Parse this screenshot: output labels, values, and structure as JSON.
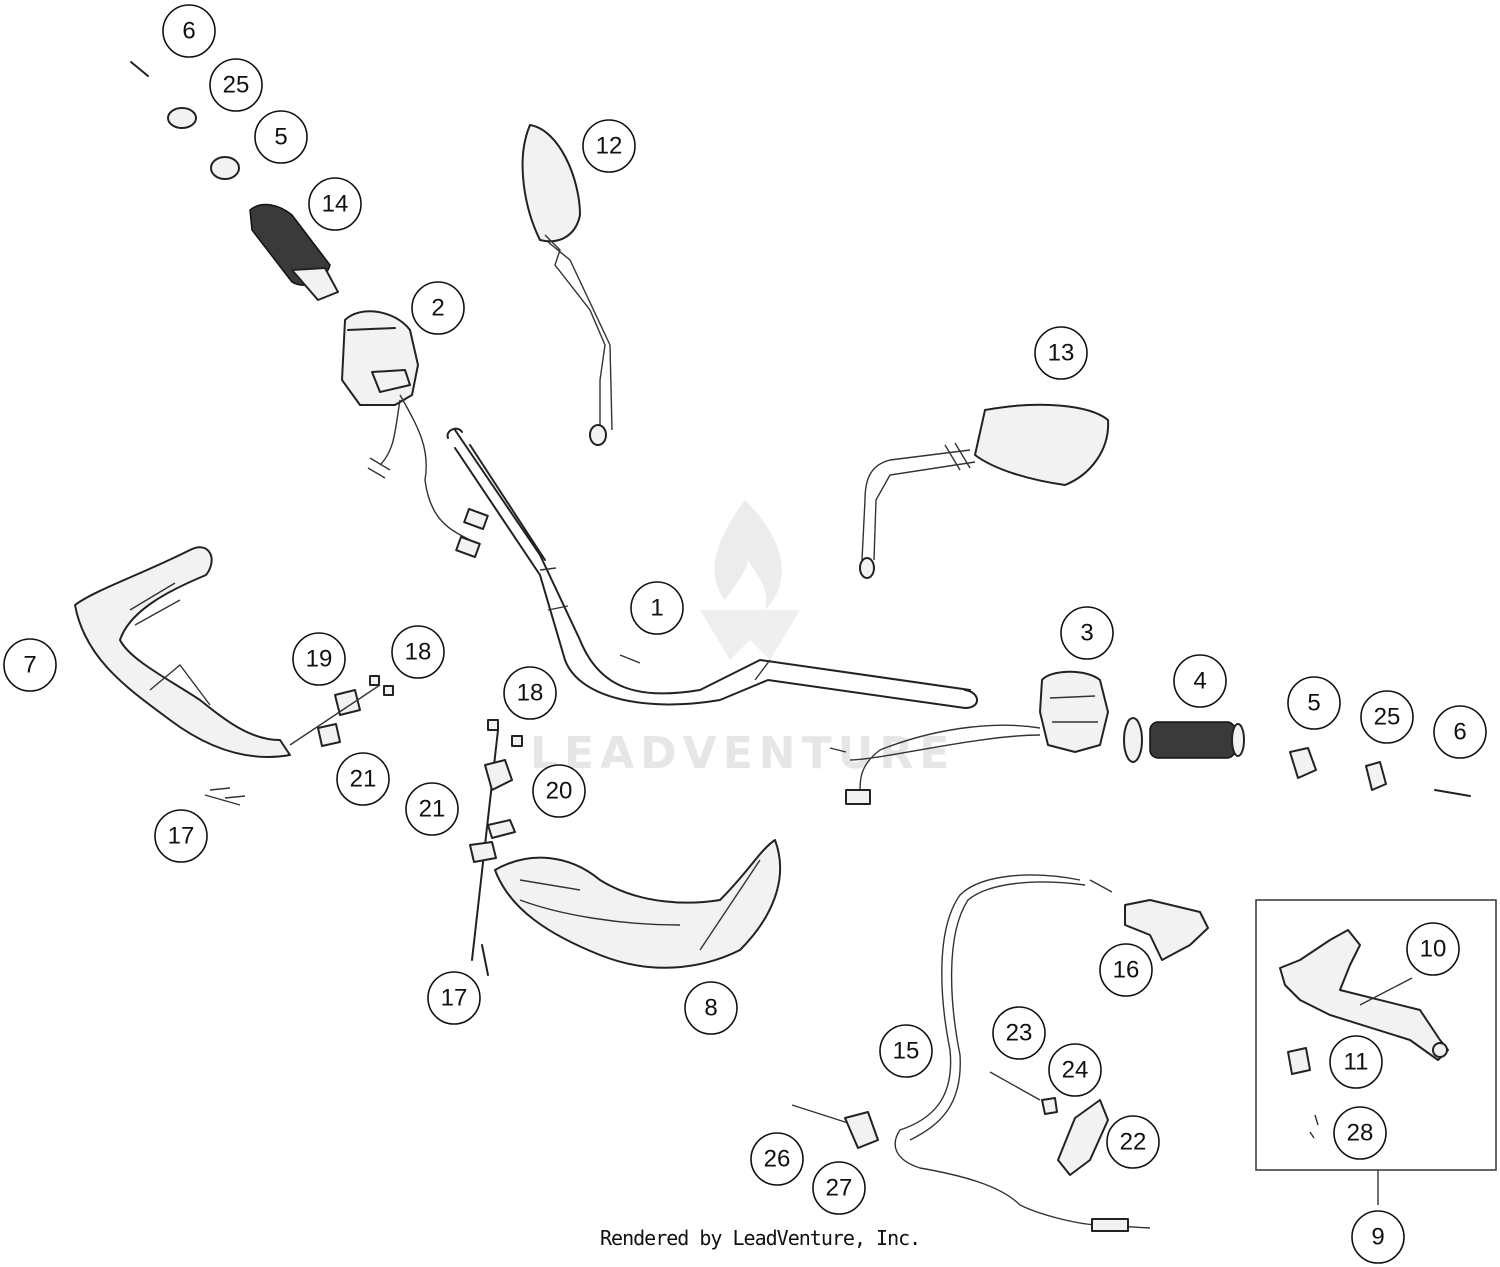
{
  "callouts": [
    {
      "id": "c1",
      "label": "1"
    },
    {
      "id": "c2",
      "label": "2"
    },
    {
      "id": "c3",
      "label": "3"
    },
    {
      "id": "c4",
      "label": "4"
    },
    {
      "id": "c5a",
      "label": "5"
    },
    {
      "id": "c5b",
      "label": "5"
    },
    {
      "id": "c6a",
      "label": "6"
    },
    {
      "id": "c6b",
      "label": "6"
    },
    {
      "id": "c7",
      "label": "7"
    },
    {
      "id": "c8",
      "label": "8"
    },
    {
      "id": "c9",
      "label": "9"
    },
    {
      "id": "c10",
      "label": "10"
    },
    {
      "id": "c11",
      "label": "11"
    },
    {
      "id": "c12",
      "label": "12"
    },
    {
      "id": "c13",
      "label": "13"
    },
    {
      "id": "c14",
      "label": "14"
    },
    {
      "id": "c15",
      "label": "15"
    },
    {
      "id": "c16",
      "label": "16"
    },
    {
      "id": "c17a",
      "label": "17"
    },
    {
      "id": "c17b",
      "label": "17"
    },
    {
      "id": "c18a",
      "label": "18"
    },
    {
      "id": "c18b",
      "label": "18"
    },
    {
      "id": "c19",
      "label": "19"
    },
    {
      "id": "c20",
      "label": "20"
    },
    {
      "id": "c21a",
      "label": "21"
    },
    {
      "id": "c21b",
      "label": "21"
    },
    {
      "id": "c22",
      "label": "22"
    },
    {
      "id": "c23",
      "label": "23"
    },
    {
      "id": "c24",
      "label": "24"
    },
    {
      "id": "c25a",
      "label": "25"
    },
    {
      "id": "c25b",
      "label": "25"
    },
    {
      "id": "c26",
      "label": "26"
    },
    {
      "id": "c27",
      "label": "27"
    },
    {
      "id": "c28",
      "label": "28"
    }
  ],
  "watermark": {
    "text": "LEADVENTURE"
  },
  "footer": {
    "credit": "Rendered by LeadVenture, Inc."
  }
}
